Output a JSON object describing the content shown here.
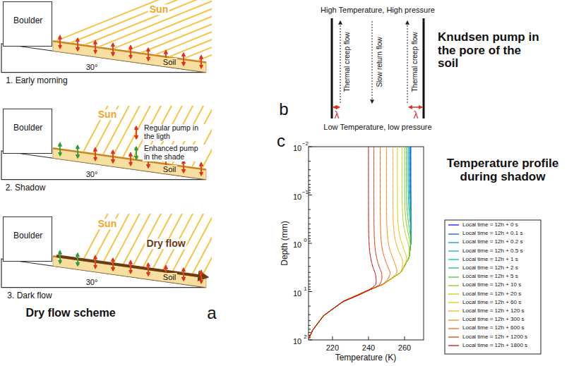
{
  "diagram": {
    "nodes": [
      {
        "text": [
          "Boulder"
        ]
      },
      {
        "text": [
          "Boulder"
        ]
      },
      {
        "text": [
          "Boulder"
        ]
      }
    ],
    "labels": [
      "Sun",
      "Soil",
      "30°",
      "1. Early morning",
      "Sun",
      "Soil",
      "30°",
      "2. Shadow",
      "Sun",
      "Dry flow",
      "Soil",
      "30°",
      "3. Dark flow",
      "Dry flow scheme",
      "a",
      "High Temperature, High pressure",
      "Thermal creep flow",
      "Slow return flow",
      "Thermal creep flow",
      "λ",
      "λ",
      "Low Temperature, low pressure",
      "Knudsen pump in the pore of the soil",
      "b",
      "c",
      "10",
      "−2",
      "10",
      "−1",
      "10",
      "0",
      "10",
      "1",
      "10",
      "2",
      "Depth (mm)",
      "220",
      "240",
      "260",
      "Temperature (K)",
      "Temperature profile during shadow"
    ],
    "legend": [
      {
        "text": "Regular pump in the ligth"
      },
      {
        "text": "Enhanced pump in the shade"
      },
      {
        "text": "Local time = 12h + 0 s"
      },
      {
        "text": "Local time = 12h + 0.1 s"
      },
      {
        "text": "Local time = 12h + 0.2 s"
      },
      {
        "text": "Local time = 12h + 0.5 s"
      },
      {
        "text": "Local time = 12h + 1 s"
      },
      {
        "text": "Local time = 12h + 2 s"
      },
      {
        "text": "Local time = 12h + 5 s"
      },
      {
        "text": "Local time = 12h + 10 s"
      },
      {
        "text": "Local time = 12h + 20 s"
      },
      {
        "text": "Local time = 12h + 60 s"
      },
      {
        "text": "Local time = 12h + 120 s"
      },
      {
        "text": "Local time = 12h + 300 s"
      },
      {
        "text": "Local time = 12h + 600 s"
      },
      {
        "text": "Local time = 12h + 1200 s"
      },
      {
        "text": "Local time = 12h + 1800 s"
      }
    ]
  }
}
